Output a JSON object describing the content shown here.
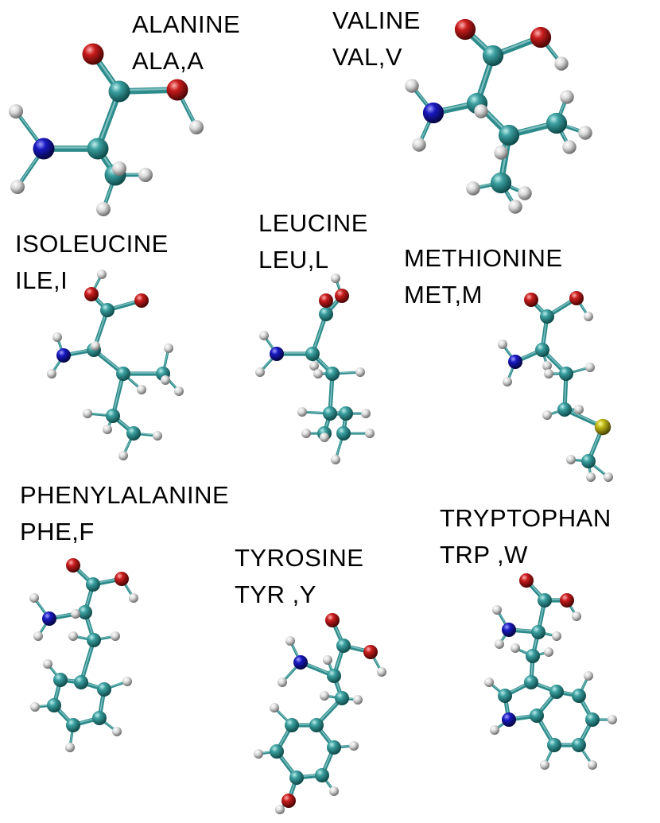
{
  "colors": {
    "carbon": "#2e8b8b",
    "oxygen": "#c01a1a",
    "nitrogen": "#1414a8",
    "hydrogen": "#e6e6e6",
    "sulfur": "#b8b010",
    "bond": "#2e8b8b"
  },
  "molecules": [
    {
      "id": "ala",
      "name": "ALANINE",
      "code": "ALA,A"
    },
    {
      "id": "val",
      "name": "VALINE",
      "code": "VAL,V"
    },
    {
      "id": "ile",
      "name": "ISOLEUCINE",
      "code": "ILE,I"
    },
    {
      "id": "leu",
      "name": "LEUCINE",
      "code": "LEU,L"
    },
    {
      "id": "met",
      "name": "METHIONINE",
      "code": "MET,M"
    },
    {
      "id": "phe",
      "name": "PHENYLALANINE",
      "code": "PHE,F"
    },
    {
      "id": "tyr",
      "name": "TYROSINE",
      "code": "TYR ,Y"
    },
    {
      "id": "trp",
      "name": "TRYPTOPHAN",
      "code": "TRP ,W"
    }
  ]
}
